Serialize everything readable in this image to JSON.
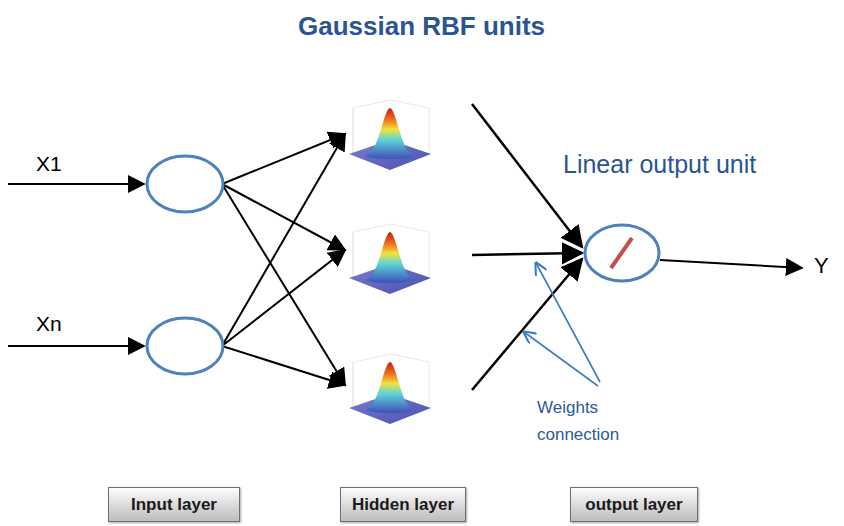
{
  "diagram": {
    "title": "Gaussian RBF units",
    "nodes": [
      {
        "text": [
          "Input layer"
        ]
      },
      {
        "text": [
          "Hidden layer"
        ]
      },
      {
        "text": [
          "output layer"
        ]
      }
    ],
    "labels": [
      "X1",
      "Xn",
      "Linear output unit",
      "Y",
      "Weights connection"
    ]
  }
}
